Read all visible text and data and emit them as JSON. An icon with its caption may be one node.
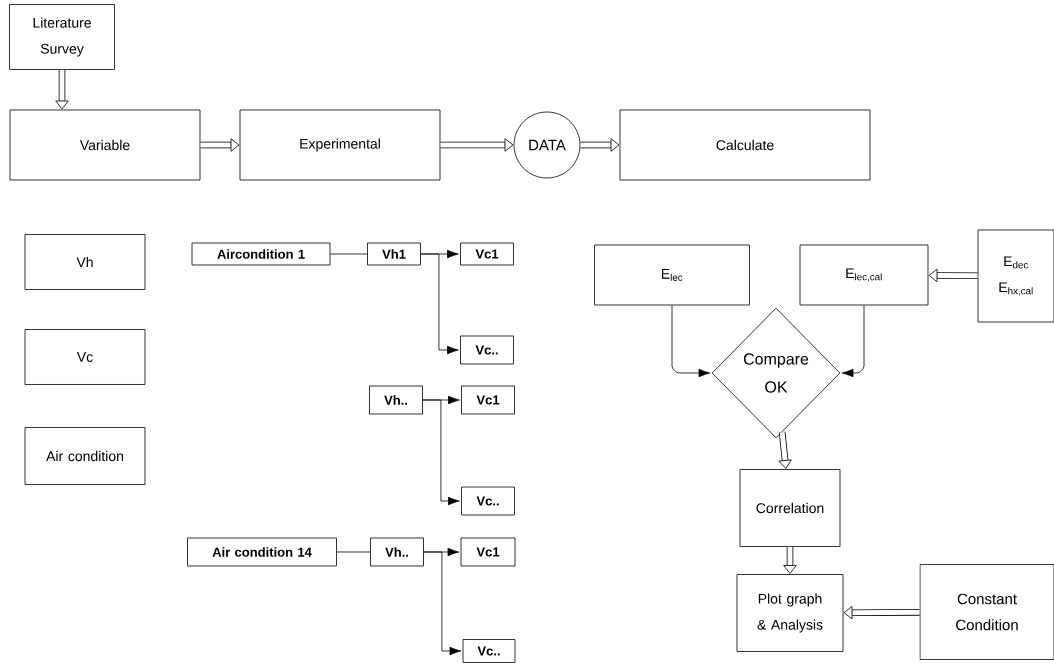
{
  "diagram": {
    "nodes": [
      {
        "text": [
          "Literature Survey"
        ]
      },
      {
        "text": [
          "Variable"
        ]
      },
      {
        "text": [
          "Experimental"
        ]
      },
      {
        "text": [
          "DATA"
        ]
      },
      {
        "text": [
          "Calculate"
        ]
      },
      {
        "text": [
          "Vh"
        ]
      },
      {
        "text": [
          "Vc"
        ]
      },
      {
        "text": [
          "Air condition"
        ]
      },
      {
        "text": [
          "Aircondition 1"
        ]
      },
      {
        "text": [
          "Vh1"
        ]
      },
      {
        "text": [
          "Vc1"
        ]
      },
      {
        "text": [
          "Vc.."
        ]
      },
      {
        "text": [
          "Vh.."
        ]
      },
      {
        "text": [
          "Vc1"
        ]
      },
      {
        "text": [
          "Vc.."
        ]
      },
      {
        "text": [
          "Air condition 14"
        ]
      },
      {
        "text": [
          "Vh.."
        ]
      },
      {
        "text": [
          "Vc1"
        ]
      },
      {
        "text": [
          "Vc.."
        ]
      },
      {
        "text": [
          "E$_{lec}$"
        ]
      },
      {
        "text": [
          "E$_{lec,cal}$"
        ]
      },
      {
        "text": [
          "E$_{dec}$",
          "E$_{hx,cal}$"
        ]
      },
      {
        "text": [
          "Compare OK"
        ]
      },
      {
        "text": [
          "Correlation"
        ]
      },
      {
        "text": [
          "Plot graph & Analysis"
        ]
      },
      {
        "text": [
          "Constant Condition"
        ]
      }
    ],
    "edges": [
      {
        "from": 0,
        "to": 1,
        "arrow": "to",
        "style": "thick"
      },
      {
        "from": 1,
        "to": 2,
        "arrow": "to",
        "style": "thick"
      },
      {
        "from": 2,
        "to": 3,
        "arrow": "to",
        "style": "thick"
      },
      {
        "from": 3,
        "to": 4,
        "arrow": "to",
        "style": "thick"
      },
      {
        "from": 8,
        "to": 9,
        "arrow": "none"
      },
      {
        "from": 9,
        "to": 10,
        "arrow": "to"
      },
      {
        "from": 9,
        "to": 11,
        "arrow": "to"
      },
      {
        "from": 12,
        "to": 13,
        "arrow": "to"
      },
      {
        "from": 12,
        "to": 14,
        "arrow": "to"
      },
      {
        "from": 15,
        "to": 16,
        "arrow": "none"
      },
      {
        "from": 16,
        "to": 17,
        "arrow": "to"
      },
      {
        "from": 16,
        "to": 18,
        "arrow": "to"
      },
      {
        "from": 19,
        "to": 22,
        "arrow": "to"
      },
      {
        "from": 20,
        "to": 22,
        "arrow": "to"
      },
      {
        "from": 21,
        "to": 20,
        "arrow": "to",
        "style": "thick"
      },
      {
        "from": 22,
        "to": 23,
        "arrow": "to",
        "style": "thick"
      },
      {
        "from": 23,
        "to": 24,
        "arrow": "to",
        "style": "thick"
      },
      {
        "from": 25,
        "to": 24,
        "arrow": "to",
        "style": "thick"
      }
    ]
  }
}
